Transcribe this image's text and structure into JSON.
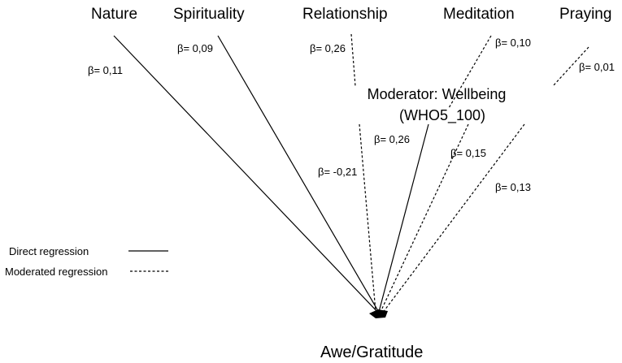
{
  "predictors": [
    {
      "label": "Nature"
    },
    {
      "label": "Spirituality"
    },
    {
      "label": "Relationship"
    },
    {
      "label": "Meditation"
    },
    {
      "label": "Praying"
    }
  ],
  "moderator": {
    "line1": "Moderator: Wellbeing",
    "line2": "(WHO5_100)"
  },
  "outcome": {
    "label": "Awe/Gratitude"
  },
  "coefficients": [
    {
      "text": "β= 0,11",
      "style": "solid"
    },
    {
      "text": "β= 0,09",
      "style": "solid"
    },
    {
      "text": "β= 0,26",
      "style": "dashed"
    },
    {
      "text": "β= 0,10",
      "style": "dashed"
    },
    {
      "text": "β= 0,01",
      "style": "dashed"
    },
    {
      "text": "β= -0,21",
      "style": "dashed"
    },
    {
      "text": "β= 0,26",
      "style": "solid"
    },
    {
      "text": "β= 0,15",
      "style": "dashed"
    },
    {
      "text": "β= 0,13",
      "style": "dashed"
    }
  ],
  "legend": {
    "direct": "Direct regression",
    "moderated": "Moderated regression"
  },
  "colors": {
    "ink": "#000000",
    "background": "#ffffff"
  }
}
